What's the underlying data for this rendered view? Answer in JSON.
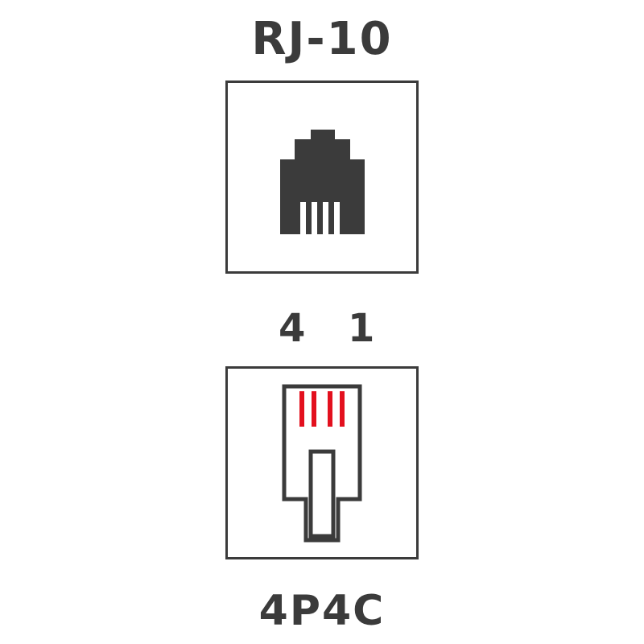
{
  "connector": {
    "name": "RJ-10",
    "type": "4P4C",
    "pin_labels": {
      "left": "4",
      "right": "1"
    }
  },
  "socket": {
    "icon": "rj10-socket-icon",
    "contact_count": 4
  },
  "plug": {
    "icon": "rj10-plug-icon",
    "contact_count": 4
  },
  "colors": {
    "ink": "#3b3b3b",
    "contacts": "#e3101e",
    "background": "#ffffff"
  }
}
